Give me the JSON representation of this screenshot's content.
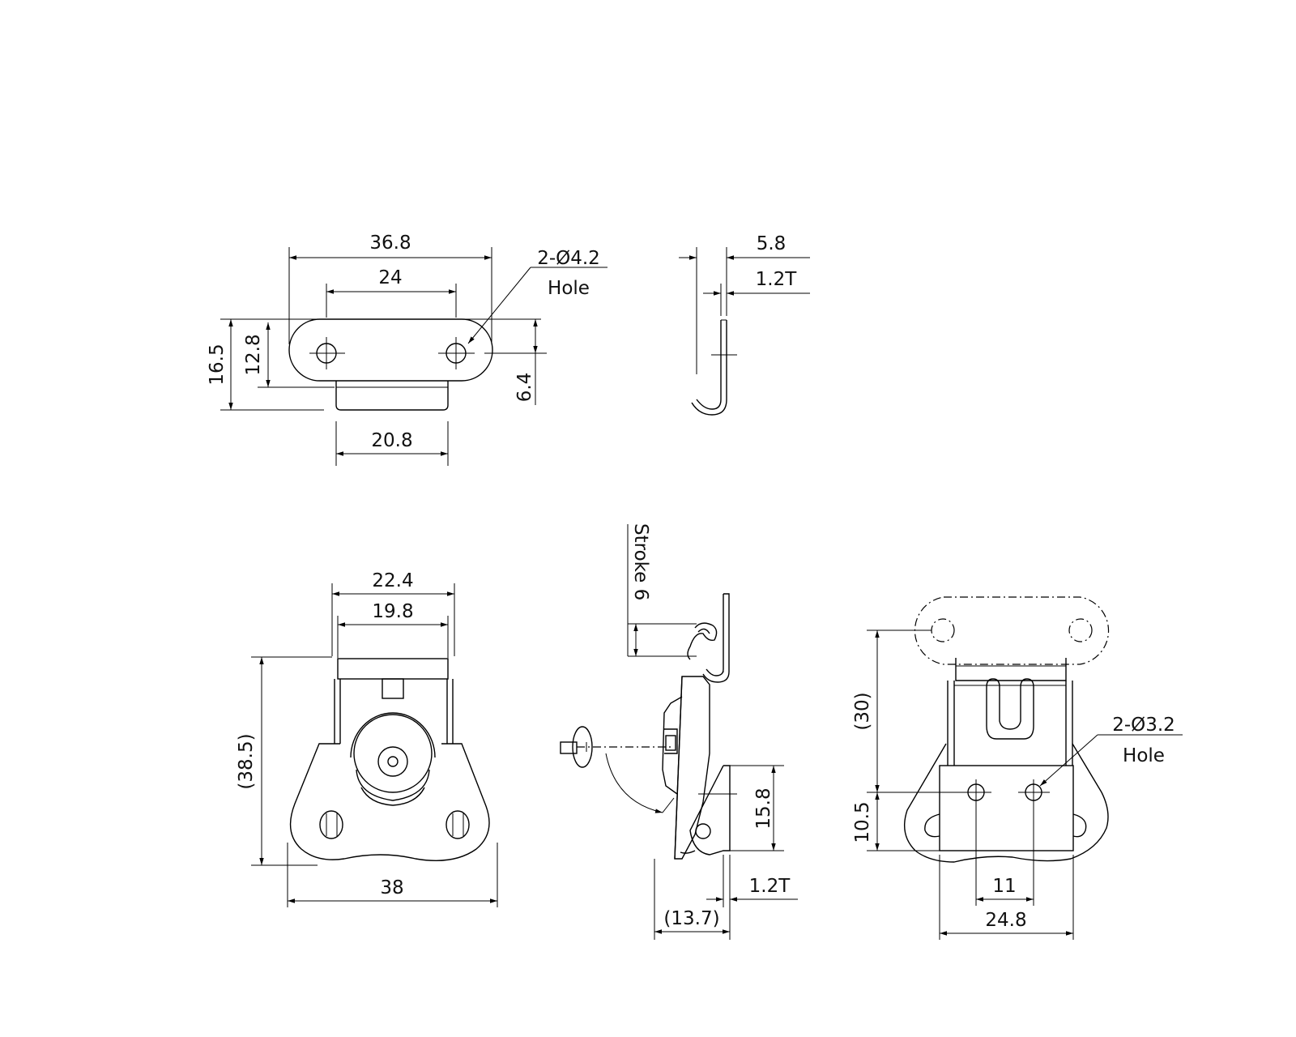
{
  "strike_top_view": {
    "overall_width": "36.8",
    "hole_spacing": "24",
    "hole_callout": "2-Ø4.2",
    "hole_word": "Hole",
    "overall_height": "16.5",
    "plate_height": "12.8",
    "hole_offset": "6.4",
    "lip_width": "20.8"
  },
  "strike_side_view": {
    "depth": "5.8",
    "thickness": "1.2T"
  },
  "latch_front_view": {
    "top_width": "22.4",
    "inner_width": "19.8",
    "height": "(38.5)",
    "base_width": "38"
  },
  "latch_side_view": {
    "stroke": "Stroke 6",
    "bracket_height": "15.8",
    "thickness": "1.2T",
    "depth": "(13.7)"
  },
  "latch_rear_view": {
    "height": "(30)",
    "hole_height": "10.5",
    "hole_callout": "2-Ø3.2",
    "hole_word": "Hole",
    "hole_spacing": "11",
    "body_width": "24.8"
  }
}
